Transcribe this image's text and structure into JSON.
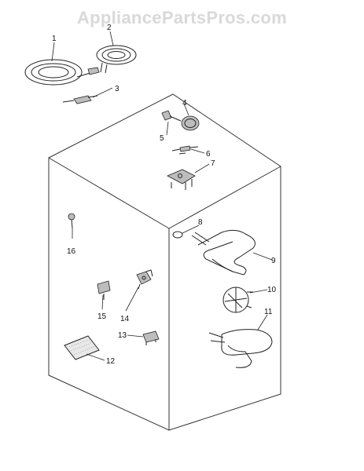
{
  "watermark": "AppliancePartsPros.com",
  "callouts": {
    "p1": "1",
    "p2": "2",
    "p3": "3",
    "p4": "4",
    "p5": "5",
    "p6": "6",
    "p7": "7",
    "p8": "8",
    "p9": "9",
    "p10": "10",
    "p11": "11",
    "p12": "12",
    "p13": "13",
    "p14": "14",
    "p15": "15",
    "p16": "16"
  },
  "colors": {
    "line": "#222222",
    "watermark": "#d9d9d9",
    "background": "#ffffff"
  }
}
